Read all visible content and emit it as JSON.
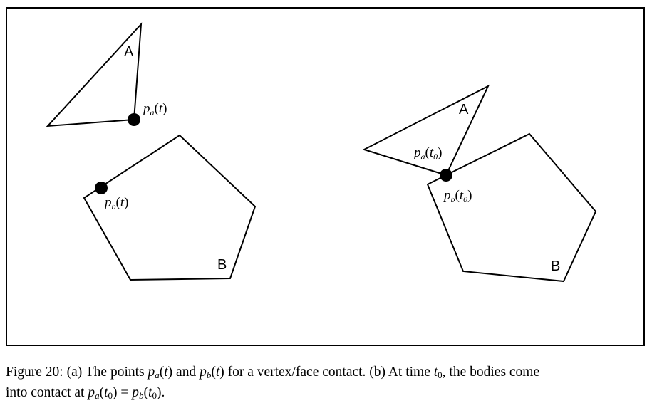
{
  "figure": {
    "left_panel": {
      "body_a_label": "A",
      "body_b_label": "B",
      "point_a_label": {
        "base": "p",
        "sub": "a",
        "arg": "t"
      },
      "point_b_label": {
        "base": "p",
        "sub": "b",
        "arg": "t"
      }
    },
    "right_panel": {
      "body_a_label": "A",
      "body_b_label": "B",
      "point_a_label": {
        "base": "p",
        "sub": "a",
        "arg": "t",
        "argsub": "0"
      },
      "point_b_label": {
        "base": "p",
        "sub": "b",
        "arg": "t",
        "argsub": "0"
      }
    }
  },
  "caption": {
    "figure_number": "Figure 20:",
    "part_a_prefix": "(a) The points",
    "and_word": "and",
    "part_a_suffix": "for a vertex/face contact. (b) At time",
    "time_var": "t",
    "time_sub": "0",
    "part_b_suffix": ", the bodies come",
    "line2_prefix": "into contact at",
    "equals": "=",
    "period": "."
  },
  "colors": {
    "stroke": "#000000",
    "background": "#ffffff"
  }
}
